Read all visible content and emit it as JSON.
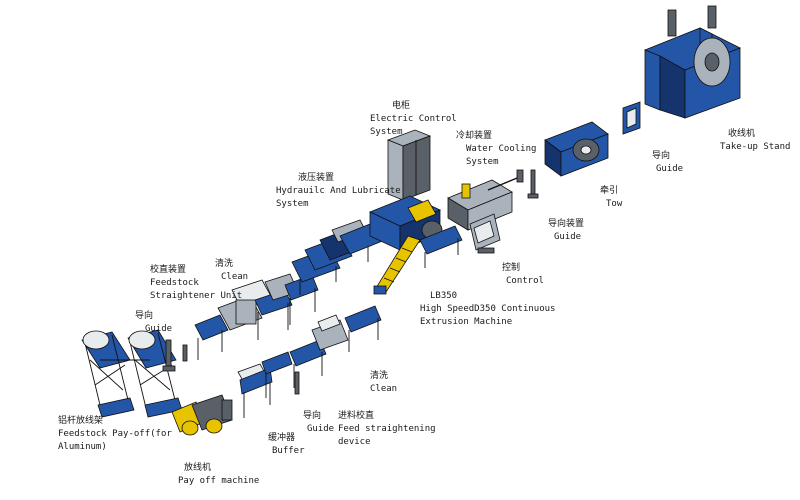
{
  "labels": {
    "payoff_al": {
      "zh": "铝杆放线架",
      "en1": "Feedstock Pay-off(for",
      "en2": "Aluminum)"
    },
    "guide_1": {
      "zh": "导向",
      "en1": "Guide"
    },
    "straightener": {
      "zh": "校直装置",
      "en1": "Feedstock",
      "en2": "Straightener Unit"
    },
    "clean_1": {
      "zh": "清洗",
      "en1": "Clean"
    },
    "hydraulic": {
      "zh": "液压装置",
      "en1": "Hydrauilc And Lubricate",
      "en2": "System"
    },
    "electric": {
      "zh": "电柜",
      "en1": "Electric Control",
      "en2": "System"
    },
    "cooling": {
      "zh": "冷却装置",
      "en1": "Water Cooling",
      "en2": "System"
    },
    "control": {
      "zh": "控制",
      "en1": "Control"
    },
    "extrusion": {
      "zh": "LB350",
      "en1": "High SpeedD350 Continuous",
      "en2": "Extrusion Machine"
    },
    "guide_dev": {
      "zh": "导向装置",
      "en1": "Guide"
    },
    "tow": {
      "zh": "牵引",
      "en1": "Tow"
    },
    "guide_2": {
      "zh": "导向",
      "en1": "Guide"
    },
    "takeup": {
      "zh": "收线机",
      "en1": "Take-up Stand"
    },
    "payoff": {
      "zh": "放线机",
      "en1": "Pay off machine"
    },
    "buffer": {
      "zh": "缓冲器",
      "en1": "Buffer"
    },
    "guide_3": {
      "zh": "导向",
      "en1": "Guide"
    },
    "feed_str": {
      "zh": "进料校直",
      "en1": "Feed straightening",
      "en2": "device"
    },
    "clean_2": {
      "zh": "清洗",
      "en1": "Clean"
    }
  },
  "colors": {
    "frame": "#2456a8",
    "frame_dark": "#15346e",
    "gray": "#9aa3ad",
    "gray_dark": "#5a6068",
    "yellow": "#e8c400",
    "line": "#111111"
  }
}
